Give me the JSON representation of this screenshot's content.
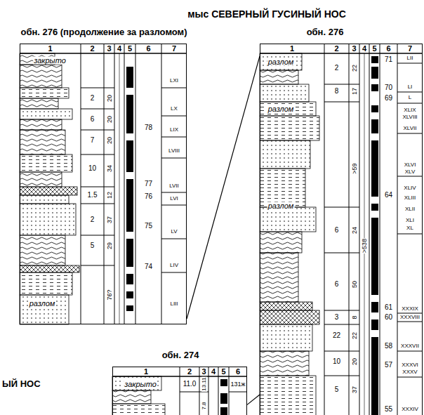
{
  "diagram": {
    "title": "мыс СЕВЕРНЫЙ ГУСИНЫЙ НОС",
    "nodes": [
      {
        "text": [
          "обн. 276 (продолжение за разломом)"
        ]
      },
      {
        "text": [
          "обн. 276"
        ]
      },
      {
        "text": [
          "обн. 274"
        ]
      }
    ],
    "edges": [
      {
        "from": 0,
        "to": 1,
        "arrow": "none"
      },
      {
        "from": 2,
        "to": 1,
        "arrow": "none"
      }
    ],
    "labels": [
      "1",
      "2",
      "3",
      "4",
      "5",
      "6",
      "7",
      "закрыто",
      "разлом",
      "2",
      "6",
      "7",
      "10",
      "1.5",
      "2",
      "5",
      "20",
      "20",
      "20",
      "34",
      "12",
      "37",
      "29",
      "76?",
      "78",
      "77",
      "76",
      "75",
      "74",
      "LXI",
      "LX",
      "LIX",
      "LVIII",
      "LVII",
      "LVI",
      "LV",
      "LIV",
      "LIII",
      "1",
      "2",
      "3",
      "4",
      "5",
      "6",
      "7",
      "разлом",
      "разлом",
      "разлом",
      "2",
      "8",
      "6",
      "6",
      "3",
      "22",
      "10",
      "5",
      "22",
      "17",
      ">59",
      "24",
      "50",
      "8",
      "22",
      "20",
      "37",
      ">538",
      "71",
      "70",
      "69",
      "64",
      "61",
      "60",
      "58",
      "57",
      "55",
      "LII",
      "LI",
      "L",
      "XLIX",
      "XLVIII",
      "XLVII",
      "XLVI",
      "XLV",
      "XLIV",
      "XLIII",
      "XLII",
      "XLI",
      "XL",
      "XXXIX",
      "XXXVIII",
      "XXXVII",
      "XXXVI",
      "XXXV",
      "XXXIV",
      "1",
      "2",
      "3",
      "4",
      "5",
      "6",
      "закрыто",
      "11.0",
      "13.11",
      "7.8",
      "131ж",
      "ЫЙ НОС"
    ]
  }
}
